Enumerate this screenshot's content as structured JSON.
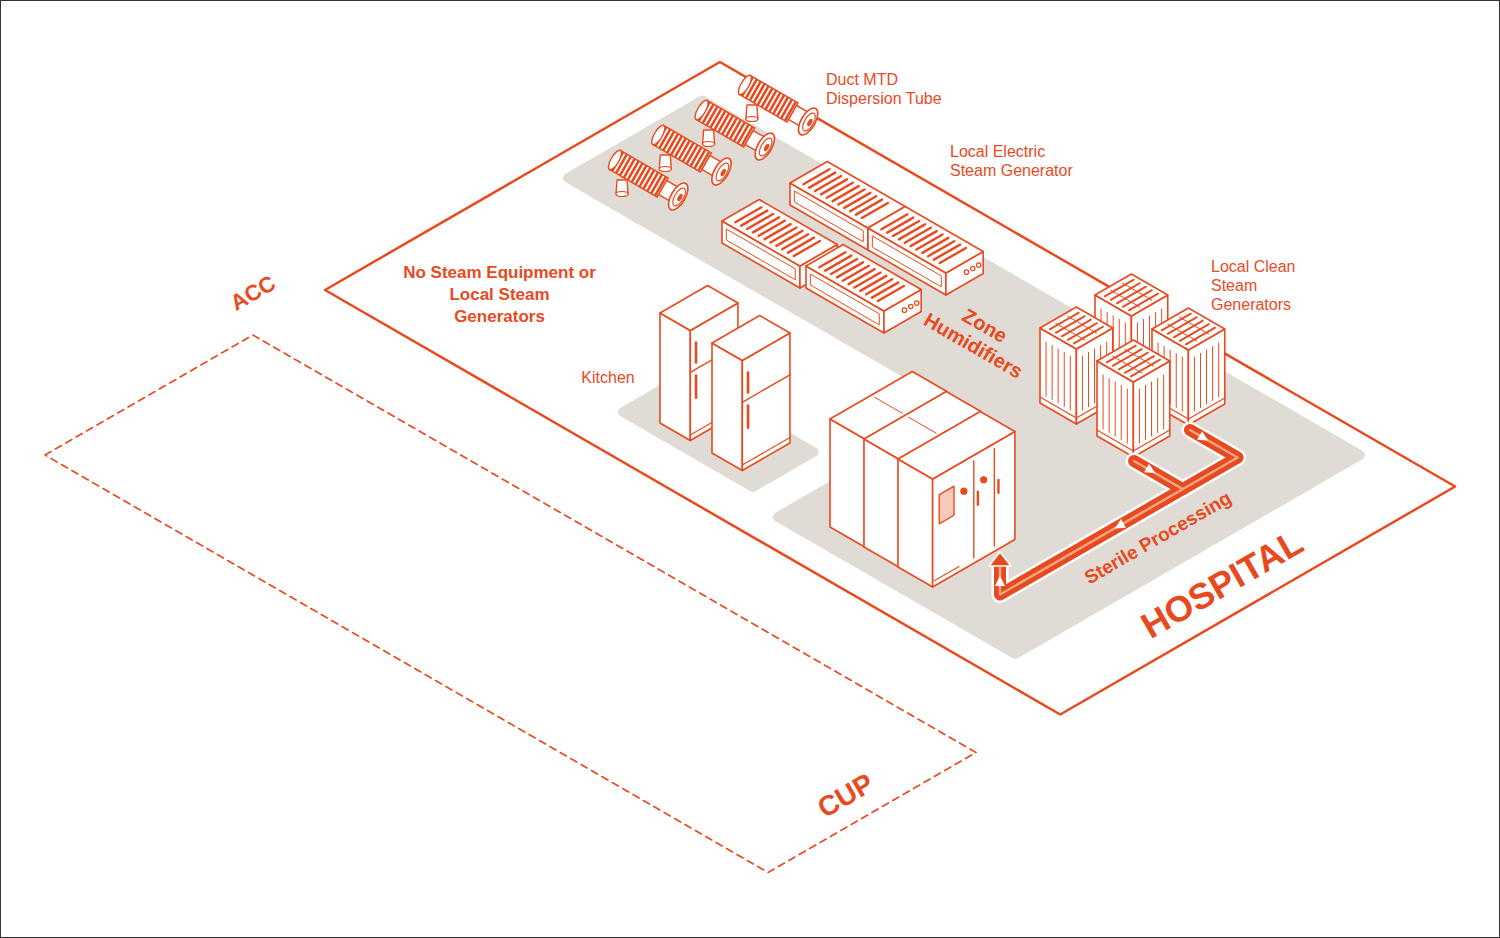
{
  "diagram": {
    "nodes": [
      {
        "text": [
          "HOSPITAL"
        ]
      },
      {
        "text": [
          "Zone Humidifiers"
        ],
        "in": 0
      },
      {
        "text": [
          "Kitchen"
        ],
        "in": 0
      },
      {
        "text": [
          "Sterile Processing"
        ],
        "in": 0
      },
      {
        "text": [
          "CUP"
        ]
      }
    ],
    "labels": [
      "ACC",
      "No Steam Equipment or Local Steam Generators",
      "Duct MTD Dispersion Tube",
      "Local Electric Steam Generator",
      "Local Clean Steam Generators"
    ]
  }
}
